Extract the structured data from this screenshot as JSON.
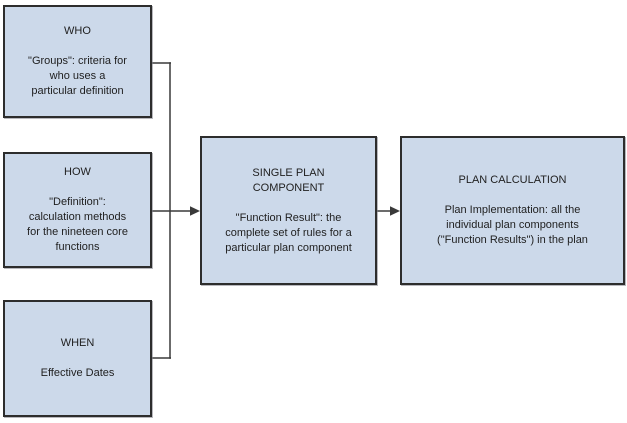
{
  "diagram": {
    "colors": {
      "background": "#ffffff",
      "box_fill": "#ccd9ea",
      "box_border": "#2d2d2d",
      "connector": "#3a3a3a",
      "text": "#1f1f1f"
    },
    "boxes": {
      "who": {
        "title": "WHO",
        "body": "\"Groups\": criteria for\nwho uses a\nparticular definition"
      },
      "how": {
        "title": "HOW",
        "body": "\"Definition\":\ncalculation methods\nfor the nineteen core\nfunctions"
      },
      "when": {
        "title": "WHEN",
        "body": "Effective Dates"
      },
      "single_plan_component": {
        "title": "SINGLE PLAN\nCOMPONENT",
        "body": "\"Function Result\": the\ncomplete set of rules for a\nparticular plan component"
      },
      "plan_calculation": {
        "title": "PLAN CALCULATION",
        "body": "Plan Implementation: all the\nindividual plan components\n(\"Function Results\") in the plan"
      }
    },
    "connections": [
      "who -> single_plan_component",
      "how -> single_plan_component",
      "when -> single_plan_component",
      "single_plan_component -> plan_calculation"
    ]
  }
}
